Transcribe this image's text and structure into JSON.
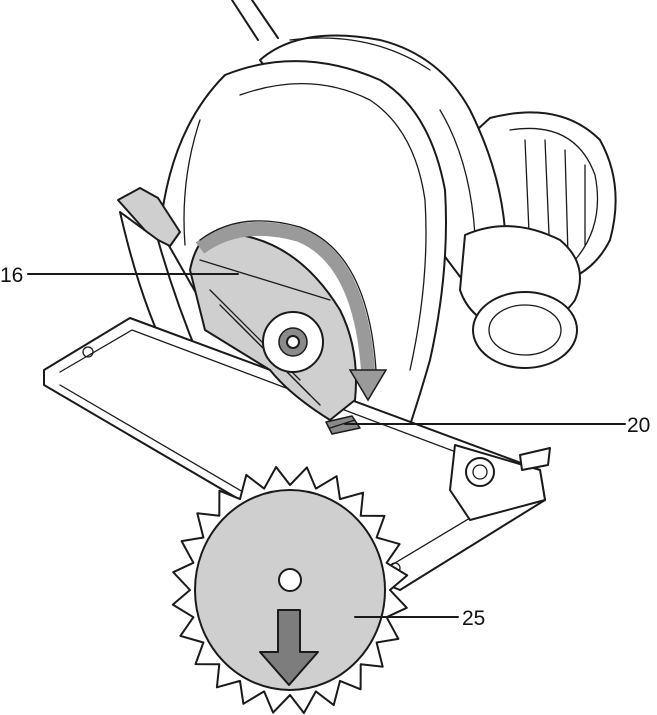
{
  "figure": {
    "accent": "#bdbdbd",
    "ink": "#1a1a1a",
    "callouts": [
      {
        "id": "upper-blade-guard",
        "label": "16"
      },
      {
        "id": "lever",
        "label": "20"
      },
      {
        "id": "saw-blade",
        "label": "25"
      }
    ],
    "icons": {
      "rotation": "curved-arrow-icon",
      "direction": "down-arrow-icon"
    }
  }
}
